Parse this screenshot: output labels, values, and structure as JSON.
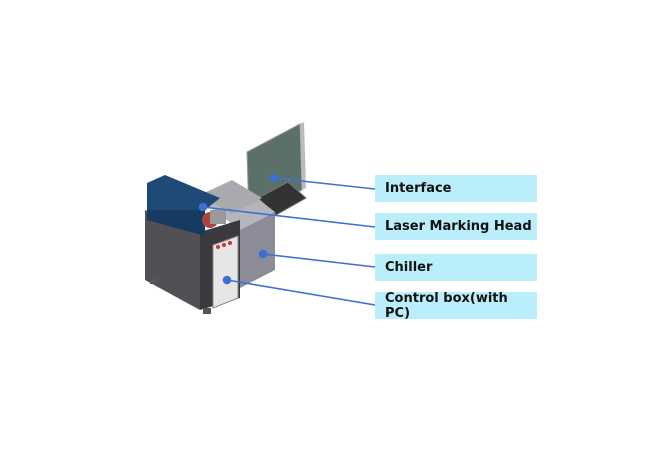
{
  "labels": [
    {
      "id": "interface",
      "text": "Interface"
    },
    {
      "id": "laser-marking-head",
      "text": "Laser Marking Head"
    },
    {
      "id": "chiller",
      "text": "Chiller"
    },
    {
      "id": "control-box",
      "text": "Control box(with PC)"
    }
  ],
  "colors": {
    "label_bg": "#b9eefa",
    "leader_line": "#3d6fd6",
    "marking_head": "#1f4a78",
    "cabinet": "#4a4a4e",
    "chiller": "#8a8a96"
  }
}
